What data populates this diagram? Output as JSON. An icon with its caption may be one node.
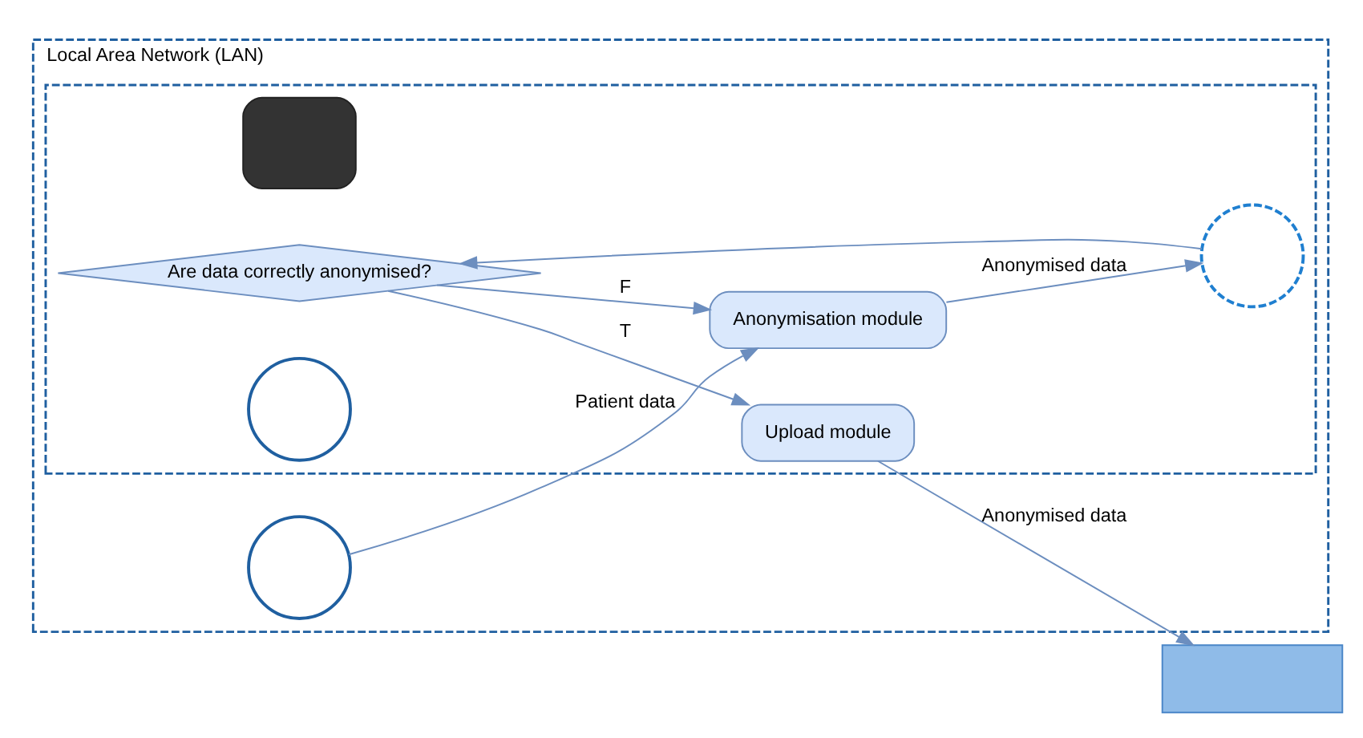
{
  "diagram": {
    "nodes": [
      {
        "text": [],
        "shape": "box"
      },
      {
        "text": [
          "Local Area Network (LAN)"
        ]
      },
      {
        "text": [],
        "shape": "box",
        "in": 1
      },
      {
        "text": [
          "Upload module"
        ],
        "in": 2
      },
      {
        "text": [],
        "shape": "box",
        "in": 2
      },
      {
        "text": [
          "Are data correctly anonymised?"
        ],
        "in": 2
      },
      {
        "text": [],
        "shape": "person",
        "in": 2
      },
      {
        "text": [],
        "shape": "person",
        "in": 1
      },
      {
        "text": [
          "Anonymisation module"
        ],
        "in": 2
      },
      {
        "text": [],
        "shape": "person",
        "in": 2
      }
    ],
    "edges": [
      {
        "from": 3,
        "to": 0,
        "arrow": "to",
        "label": "Anonymised data"
      },
      {
        "from": 7,
        "to": 8,
        "arrow": "to",
        "label": "Patient data"
      },
      {
        "from": 8,
        "to": 9,
        "arrow": "to",
        "label": "Anonymised data"
      },
      {
        "from": 9,
        "to": 5,
        "arrow": "to"
      },
      {
        "from": 5,
        "to": 3,
        "arrow": "to",
        "label": "T"
      },
      {
        "from": 5,
        "to": 8,
        "arrow": "to",
        "label": "F"
      }
    ]
  }
}
